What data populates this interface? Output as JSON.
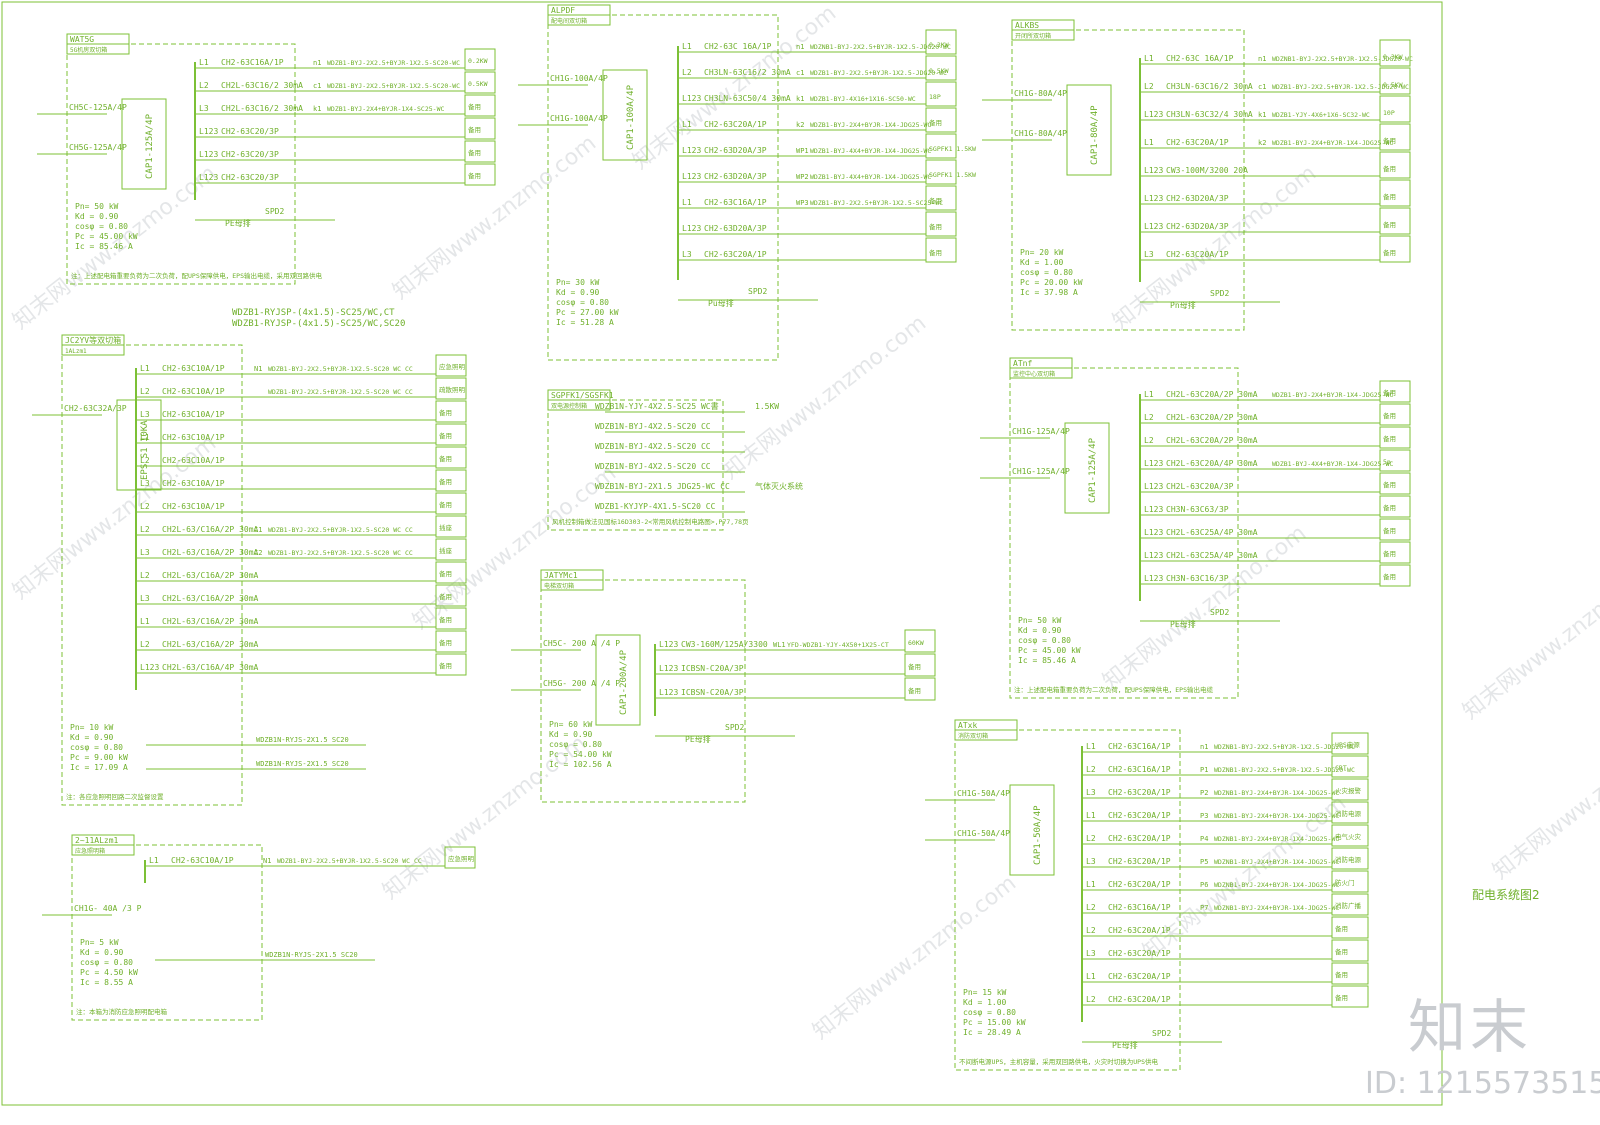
{
  "sheet_caption": "配电系统图2",
  "brand": {
    "logo": "知末",
    "id": "ID: 1215573515"
  },
  "watermark_text": "知末网www.znzmo.com",
  "panels": [
    {
      "tag": "WAT5G",
      "subtitle": "5G机房双切箱",
      "incomers": [
        "CH5C-125A/4P",
        "CH5G-125A/4P"
      ],
      "ats": "CAP1-125A/4P",
      "load": [
        "Pn= 50 kW",
        "Kd = 0.90",
        "cosφ = 0.80",
        "Pc = 45.00 kW",
        "Ic = 85.46 A"
      ],
      "circuits": [
        {
          "phase": "L1",
          "breaker": "CH2-63C16A/1P",
          "id": "n1",
          "cable": "WDZB1-BYJ-2X2.5+BYJR-1X2.5-SC20-WC",
          "use": "0.2KW"
        },
        {
          "phase": "L2",
          "breaker": "CH2L-63C16/2 30mA",
          "id": "c1",
          "cable": "WDZB1-BYJ-2X2.5+BYJR-1X2.5-SC20-WC",
          "use": "0.5KW"
        },
        {
          "phase": "L3",
          "breaker": "CH2L-63C16/2 30mA",
          "id": "k1",
          "cable": "WDZB1-BYJ-2X4+BYJR-1X4-SC25-WC",
          "use": "备用"
        },
        {
          "phase": "L123",
          "breaker": "CH2-63C20/3P",
          "id": "",
          "cable": "",
          "use": "备用"
        },
        {
          "phase": "L123",
          "breaker": "CH2-63C20/3P",
          "id": "",
          "cable": "",
          "use": "备用"
        },
        {
          "phase": "L123",
          "breaker": "CH2-63C20/3P",
          "id": "",
          "cable": "",
          "use": "备用"
        }
      ],
      "spd": "SPD2",
      "pe": "PE母排",
      "note": "注：上述配电箱重要负荷为二次负荷，配UPS保障供电，EPS输出电缆，采用双回路供电"
    },
    {
      "tag": "ALPDF",
      "subtitle": "配电间双切箱",
      "incomers": [
        "CH1G-100A/4P",
        "CH1G-100A/4P"
      ],
      "ats": "CAP1-100A/4P",
      "load": [
        "Pn= 30 kW",
        "Kd = 0.90",
        "cosφ = 0.80",
        "Pc = 27.00 kW",
        "Ic = 51.28 A"
      ],
      "circuits": [
        {
          "phase": "L1",
          "breaker": "CH2-63C 16A/1P",
          "id": "n1",
          "cable": "WDZNB1-BYJ-2X2.5+BYJR-1X2.5-JDG20-WC",
          "use": "0.3KW"
        },
        {
          "phase": "L2",
          "breaker": "CH3LN-63C16/2 30mA",
          "id": "c1",
          "cable": "WDZB1-BYJ-2X2.5+BYJR-1X2.5-JDG20-WC",
          "use": "0.5KW"
        },
        {
          "phase": "L123",
          "breaker": "CH3LN-63C50/4 30mA",
          "id": "k1",
          "cable": "WDZB1-BYJ-4X16+1X16-SC50-WC",
          "use": "18P"
        },
        {
          "phase": "L1",
          "breaker": "CH2-63C20A/1P",
          "id": "k2",
          "cable": "WDZB1-BYJ-2X4+BYJR-1X4-JDG25-WC",
          "use": "备用"
        },
        {
          "phase": "L123",
          "breaker": "CH2-63D20A/3P",
          "id": "WP1",
          "cable": "WDZB1-BYJ-4X4+BYJR-1X4-JDG25-WC",
          "use": "SGPFK1 1.5KW"
        },
        {
          "phase": "L123",
          "breaker": "CH2-63D20A/3P",
          "id": "WP2",
          "cable": "WDZB1-BYJ-4X4+BYJR-1X4-JDG25-WC",
          "use": "SGPFK1 1.5KW"
        },
        {
          "phase": "L1",
          "breaker": "CH2-63C16A/1P",
          "id": "WP3",
          "cable": "WDZB1-BYJ-2X2.5+BYJR-1X2.5-SC25-WC",
          "use": "备用"
        },
        {
          "phase": "L123",
          "breaker": "CH2-63D20A/3P",
          "id": "",
          "cable": "",
          "use": "备用"
        },
        {
          "phase": "L3",
          "breaker": "CH2-63C20A/1P",
          "id": "",
          "cable": "",
          "use": "备用"
        }
      ],
      "spd": "SPD2",
      "pe": "Pu母排"
    },
    {
      "tag": "ALKBS",
      "subtitle": "开闭所双切箱",
      "incomers": [
        "CH1G-80A/4P",
        "CH1G-80A/4P"
      ],
      "ats": "CAP1-80A/4P",
      "load": [
        "Pn= 20 kW",
        "Kd = 1.00",
        "cosφ = 0.80",
        "Pc = 20.00 kW",
        "Ic = 37.98 A"
      ],
      "circuits": [
        {
          "phase": "L1",
          "breaker": "CH2-63C 16A/1P",
          "id": "n1",
          "cable": "WDZNB1-BYJ-2X2.5+BYJR-1X2.5-JDG20-WC",
          "use": "0.3KW"
        },
        {
          "phase": "L2",
          "breaker": "CH3LN-63C16/2 30mA",
          "id": "c1",
          "cable": "WDZB1-BYJ-2X2.5+BYJR-1X2.5-JDG20-WC",
          "use": "0.5KW"
        },
        {
          "phase": "L123",
          "breaker": "CH3LN-63C32/4 30mA",
          "id": "k1",
          "cable": "WDZB1-YJY-4X6+1X6-SC32-WC",
          "use": "10P"
        },
        {
          "phase": "L1",
          "breaker": "CH2-63C20A/1P",
          "id": "k2",
          "cable": "WDZB1-BYJ-2X4+BYJR-1X4-JDG25-WC",
          "use": "备用"
        },
        {
          "phase": "L123",
          "breaker": "CW3-100M/3200 20A",
          "id": "",
          "cable": "",
          "use": "备用"
        },
        {
          "phase": "L123",
          "breaker": "CH2-63D20A/3P",
          "id": "",
          "cable": "",
          "use": "备用"
        },
        {
          "phase": "L123",
          "breaker": "CH2-63D20A/3P",
          "id": "",
          "cable": "",
          "use": "备用"
        },
        {
          "phase": "L3",
          "breaker": "CH2-63C20A/1P",
          "id": "",
          "cable": "",
          "use": "备用"
        }
      ],
      "spd": "SPD2",
      "pe": "Pn母排"
    },
    {
      "tag": "JC2YV等双切箱",
      "subtitle": "1ALzm1",
      "control_cables": [
        "WDZB1-RYJSP-(4x1.5)-SC25/WC,CT",
        "WDZB1-RYJSP-(4x1.5)-SC25/WC,SC20"
      ],
      "incomers": [
        "CH2-63C32A/3P"
      ],
      "ats": "EPS S1 10KA",
      "load": [
        "Pn= 10 kW",
        "Kd = 0.90",
        "cosφ = 0.80",
        "Pc = 9.00 kW",
        "Ic = 17.09 A"
      ],
      "circuits": [
        {
          "phase": "L1",
          "breaker": "CH2-63C10A/1P",
          "id": "N1",
          "cable": "WDZB1-BYJ-2X2.5+BYJR-1X2.5-SC20 WC CC",
          "use": "应急照明"
        },
        {
          "phase": "L2",
          "breaker": "CH2-63C10A/1P",
          "id": "",
          "cable": "WDZB1-BYJ-2X2.5+BYJR-1X2.5-SC20 WC CC",
          "use": "疏散照明"
        },
        {
          "phase": "L3",
          "breaker": "CH2-63C10A/1P",
          "id": "",
          "cable": "",
          "use": "备用"
        },
        {
          "phase": "L1",
          "breaker": "CH2-63C10A/1P",
          "id": "",
          "cable": "",
          "use": "备用"
        },
        {
          "phase": "L2",
          "breaker": "CH2-63C10A/1P",
          "id": "",
          "cable": "",
          "use": "备用"
        },
        {
          "phase": "L3",
          "breaker": "CH2-63C10A/1P",
          "id": "",
          "cable": "",
          "use": "备用"
        },
        {
          "phase": "L2",
          "breaker": "CH2-63C10A/1P",
          "id": "",
          "cable": "",
          "use": "备用"
        },
        {
          "phase": "L2",
          "breaker": "CH2L-63/C16A/2P 30mA",
          "id": "C1",
          "cable": "WDZB1-BYJ-2X2.5+BYJR-1X2.5-SC20 WC CC",
          "use": "插座"
        },
        {
          "phase": "L3",
          "breaker": "CH2L-63/C16A/2P 30mA",
          "id": "C2",
          "cable": "WDZB1-BYJ-2X2.5+BYJR-1X2.5-SC20 WC CC",
          "use": "插座"
        },
        {
          "phase": "L2",
          "breaker": "CH2L-63/C16A/2P 30mA",
          "id": "",
          "cable": "",
          "use": "备用"
        },
        {
          "phase": "L3",
          "breaker": "CH2L-63/C16A/2P 30mA",
          "id": "",
          "cable": "",
          "use": "备用"
        },
        {
          "phase": "L1",
          "breaker": "CH2L-63/C16A/2P 30mA",
          "id": "",
          "cable": "",
          "use": "备用"
        },
        {
          "phase": "L2",
          "breaker": "CH2L-63/C16A/2P 30mA",
          "id": "",
          "cable": "",
          "use": "备用"
        },
        {
          "phase": "L123",
          "breaker": "CH2L-63/C16A/4P 30mA",
          "id": "",
          "cable": "",
          "use": "备用"
        }
      ],
      "fire_links": [
        "WDZB1N-RYJS-2X1.5 SC20",
        "WDZB1N-RYJS-2X1.5 SC20"
      ],
      "note": "注：各应急照明回路二次监督设置"
    },
    {
      "tag": "SGPFK1/SGSFK1",
      "subtitle": "双电源控制箱",
      "rows": [
        {
          "cable": "WDZB1N-YJY-4X2.5-SC25 WC書",
          "use": "1.5KW"
        },
        {
          "cable": "WDZB1N-BYJ-4X2.5-SC20 CC",
          "use": ""
        },
        {
          "cable": "WDZB1N-BYJ-4X2.5-SC20 CC",
          "use": ""
        },
        {
          "cable": "WDZB1N-BYJ-4X2.5-SC20 CC",
          "use": ""
        },
        {
          "cable": "WDZB1N-BYJ-2X1.5 JDG25-WC CC",
          "use": "气体灭火系统"
        },
        {
          "cable": "WDZB1-KYJYP-4X1.5-SC20 CC",
          "use": ""
        }
      ],
      "note": "风机控制箱做法见国标16D303-2<常用风机控制电路图>,P77,78页"
    },
    {
      "tag": "JATYMc1",
      "subtitle": "电梯双切箱",
      "incomers": [
        "CH5C- 200 A /4 P",
        "CH5G- 200 A /4 P"
      ],
      "ats": "CAP1-200A/4P",
      "load": [
        "Pn= 60 kW",
        "Kd = 0.90",
        "cosφ = 0.80",
        "Pc = 54.00 kW",
        "Ic = 102.56 A"
      ],
      "circuits": [
        {
          "phase": "L123",
          "breaker": "CW3-160M/125A/3300",
          "id": "WL1",
          "cable": "YFD-WDZB1-YJY-4X50+1X25-CT",
          "use": "60KW"
        },
        {
          "phase": "L123",
          "breaker": "ICBSN-C20A/3P",
          "id": "",
          "cable": "",
          "use": "备用"
        },
        {
          "phase": "L123",
          "breaker": "ICBSN-C20A/3P",
          "id": "",
          "cable": "",
          "use": "备用"
        }
      ],
      "spd": "SPD2",
      "pe": "PE母排"
    },
    {
      "tag": "ATnf",
      "subtitle": "监控中心双切箱",
      "incomers": [
        "CH1G-125A/4P",
        "CH1G-125A/4P"
      ],
      "ats": "CAP1-125A/4P",
      "load": [
        "Pn= 50 kW",
        "Kd = 0.90",
        "cosφ = 0.80",
        "Pc = 45.00 kW",
        "Ic = 85.46 A"
      ],
      "circuits": [
        {
          "phase": "L1",
          "breaker": "CH2L-63C20A/2P 30mA",
          "id": "",
          "cable": "WDZB1-BYJ-2X4+BYJR-1X4-JDG25-WC",
          "use": "备用"
        },
        {
          "phase": "L2",
          "breaker": "CH2L-63C20A/2P 30mA",
          "id": "",
          "cable": "",
          "use": "备用"
        },
        {
          "phase": "L2",
          "breaker": "CH2L-63C20A/2P 30mA",
          "id": "",
          "cable": "",
          "use": "备用"
        },
        {
          "phase": "L123",
          "breaker": "CH2L-63C20A/4P 30mA",
          "id": "",
          "cable": "WDZB1-BYJ-4X4+BYJR-1X4-JDG25-WC",
          "use": "5p"
        },
        {
          "phase": "L123",
          "breaker": "CH2L-63C20A/3P",
          "id": "",
          "cable": "",
          "use": "备用"
        },
        {
          "phase": "L123",
          "breaker": "CH3N-63C63/3P",
          "id": "",
          "cable": "",
          "use": "备用"
        },
        {
          "phase": "L123",
          "breaker": "CH2L-63C25A/4P 30mA",
          "id": "",
          "cable": "",
          "use": "备用"
        },
        {
          "phase": "L123",
          "breaker": "CH2L-63C25A/4P 30mA",
          "id": "",
          "cable": "",
          "use": "备用"
        },
        {
          "phase": "L123",
          "breaker": "CH3N-63C16/3P",
          "id": "",
          "cable": "",
          "use": "备用"
        }
      ],
      "spd": "SPD2",
      "pe": "PE母排",
      "note": "注：上述配电箱重要负荷为二次负荷，配UPS保障供电，EPS输出电缆"
    },
    {
      "tag": "ATxk",
      "subtitle": "消防双切箱",
      "incomers": [
        "CH1G-50A/4P",
        "CH1G-50A/4P"
      ],
      "ats": "CAP1-50A/4P",
      "load": [
        "Pn= 15 kW",
        "Kd = 1.00",
        "cosφ = 0.80",
        "Pc = 15.00 kW",
        "Ic = 28.49 A"
      ],
      "circuits": [
        {
          "phase": "L1",
          "breaker": "CH2-63C16A/1P",
          "id": "n1",
          "cable": "WDZNB1-BYJ-2X2.5+BYJR-1X2.5-JDG20-WC",
          "use": "UPS电源"
        },
        {
          "phase": "L2",
          "breaker": "CH2-63C16A/1P",
          "id": "P1",
          "cable": "WDZNB1-BYJ-2X2.5+BYJR-1X2.5-JDG20-WC",
          "use": "CRT"
        },
        {
          "phase": "L3",
          "breaker": "CH2-63C20A/1P",
          "id": "P2",
          "cable": "WDZNB1-BYJ-2X4+BYJR-1X4-JDG25-WC",
          "use": "火灾报警"
        },
        {
          "phase": "L1",
          "breaker": "CH2-63C20A/1P",
          "id": "P3",
          "cable": "WDZNB1-BYJ-2X4+BYJR-1X4-JDG25-WC",
          "use": "消防电源"
        },
        {
          "phase": "L2",
          "breaker": "CH2-63C20A/1P",
          "id": "P4",
          "cable": "WDZNB1-BYJ-2X4+BYJR-1X4-JDG25-WC",
          "use": "电气火灾"
        },
        {
          "phase": "L3",
          "breaker": "CH2-63C20A/1P",
          "id": "P5",
          "cable": "WDZNB1-BYJ-2X4+BYJR-1X4-JDG25-WC",
          "use": "消防电源"
        },
        {
          "phase": "L1",
          "breaker": "CH2-63C20A/1P",
          "id": "P6",
          "cable": "WDZNB1-BYJ-2X4+BYJR-1X4-JDG25-WC",
          "use": "防火门"
        },
        {
          "phase": "L2",
          "breaker": "CH2-63C16A/1P",
          "id": "P7",
          "cable": "WDZNB1-BYJ-2X4+BYJR-1X4-JDG25-WC",
          "use": "消防广播"
        },
        {
          "phase": "L2",
          "breaker": "CH2-63C20A/1P",
          "id": "",
          "cable": "",
          "use": "备用"
        },
        {
          "phase": "L3",
          "breaker": "CH2-63C20A/1P",
          "id": "",
          "cable": "",
          "use": "备用"
        },
        {
          "phase": "L1",
          "breaker": "CH2-63C20A/1P",
          "id": "",
          "cable": "",
          "use": "备用"
        },
        {
          "phase": "L2",
          "breaker": "CH2-63C20A/1P",
          "id": "",
          "cable": "",
          "use": "备用"
        }
      ],
      "spd": "SPD2",
      "pe": "PE母排",
      "note": "不间断电源UPS，主机容量，采用双回路供电，火灾时切换为UPS供电"
    },
    {
      "tag": "2~11ALzm1",
      "subtitle": "应急照明箱",
      "incomers": [
        "CH1G- 40A /3 P"
      ],
      "load": [
        "Pn= 5 kW",
        "Kd = 0.90",
        "cosφ = 0.80",
        "Pc = 4.50 kW",
        "Ic = 8.55 A"
      ],
      "circuits": [
        {
          "phase": "L1",
          "breaker": "CH2-63C10A/1P",
          "id": "N1",
          "cable": "WDZB1-BYJ-2X2.5+BYJR-1X2.5-SC20 WC CC",
          "use": "应急照明"
        }
      ],
      "fire_links": [
        "WDZB1N-RYJS-2X1.5 SC20"
      ],
      "note": "注：本箱为消防应急照明配电箱"
    }
  ]
}
